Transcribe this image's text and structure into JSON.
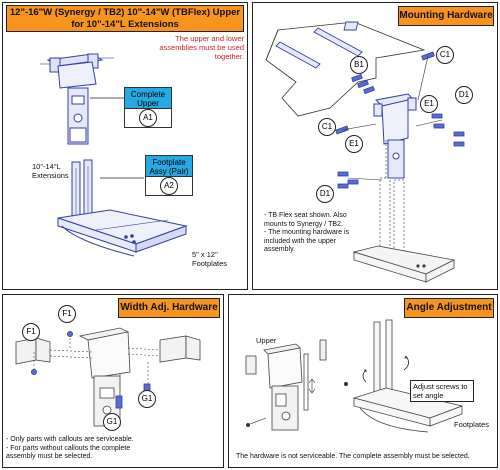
{
  "upper_panel": {
    "title_line1": "12\"-16\"W (Synergy / TB2) 10\"-14\"W (TBFlex) Upper",
    "title_line2": "for 10\"-14\"L Extensions",
    "warning": "The upper and lower assemblies must be used together.",
    "callout_a1": {
      "head": "Complete Upper",
      "ref": "A1"
    },
    "callout_a2": {
      "head": "Footplate Assy (Pair)",
      "ref": "A2"
    },
    "label_extensions": "10\"-14\"L Extensions",
    "label_footplates": "5\" x 12\" Footplates"
  },
  "mounting_panel": {
    "title": "Mounting Hardware",
    "refs": [
      "B1",
      "C1",
      "C1",
      "E1",
      "E1",
      "D1",
      "D1"
    ],
    "note_lines": [
      "- TB Flex seat shown. Also",
      "mounts to Synergy / TB2.",
      "- The mounting hardware is",
      "included with the upper",
      "assembly."
    ]
  },
  "width_panel": {
    "title": "Width Adj. Hardware",
    "refs": [
      "F1",
      "F1",
      "G1",
      "G1"
    ],
    "note_lines": [
      "- Only parts with callouts are serviceable.",
      "- For parts without callouts the complete",
      "assembly must be selected."
    ]
  },
  "angle_panel": {
    "title": "Angle Adjustment",
    "label_upper": "Upper",
    "label_adjust": "Adjust screws to set angle",
    "label_footplates": "Footplates",
    "note": "The hardware is not serviceable. The complete assembly must be selected."
  },
  "colors": {
    "header": "#f7941d",
    "callout": "#29a9e1",
    "warning": "#d0202a",
    "part_blue": "#3340a8"
  }
}
